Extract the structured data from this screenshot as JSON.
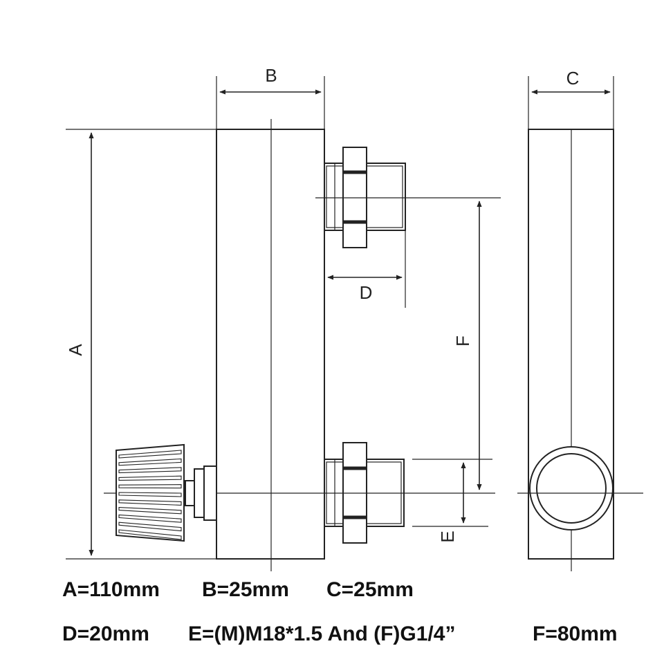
{
  "labels": {
    "a": "A",
    "b": "B",
    "c": "C",
    "d": "D",
    "e": "E",
    "f": "F"
  },
  "specs": {
    "a": "A=110mm",
    "b": "B=25mm",
    "c": "C=25mm",
    "d": "D=20mm",
    "e": "E=(M)M18*1.5 And (F)G1/4”",
    "f": "F=80mm"
  },
  "colors": {
    "line": "#222222",
    "text": "#111111",
    "background": "#ffffff"
  }
}
